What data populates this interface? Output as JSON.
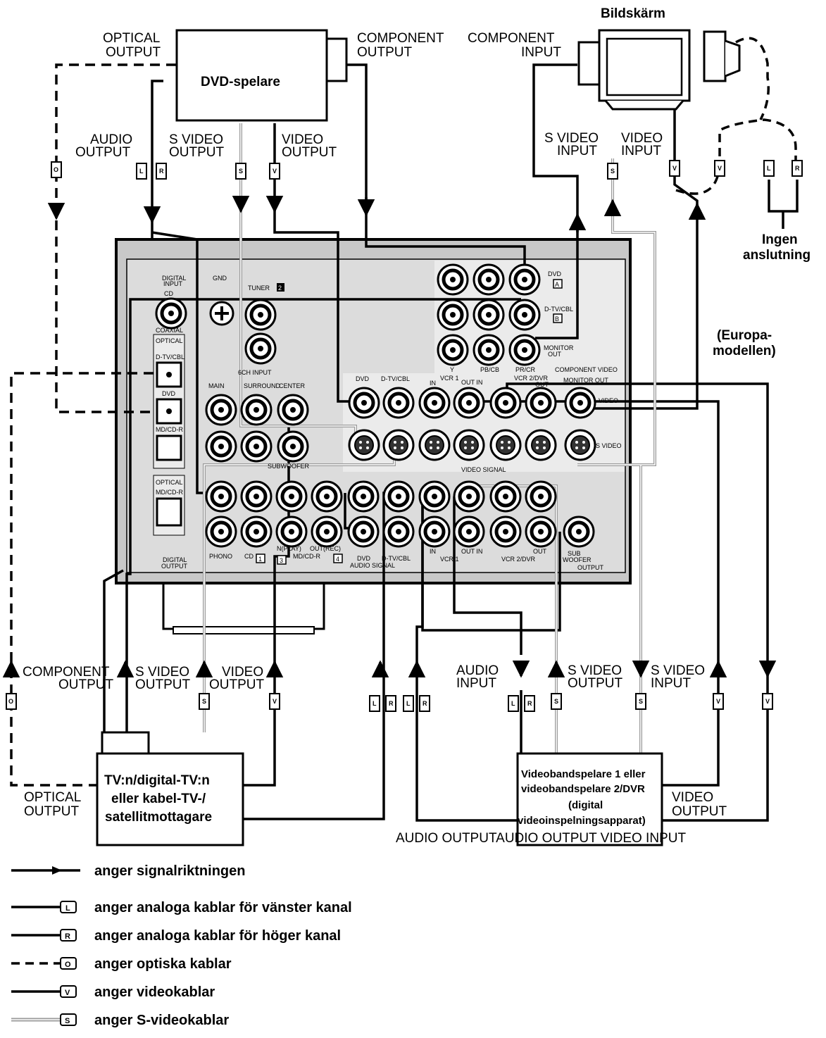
{
  "devices": {
    "dvd": "DVD-spelare",
    "monitor": "Bildskärm",
    "tv_lines": [
      "TV:n/digital-TV:n",
      "eller kabel-TV-/",
      "satellitmottagare"
    ],
    "vcr_lines": [
      "Videobandspelare 1 eller",
      "videobandspelare 2/DVR",
      "(digital",
      "videoinspelningsapparat)"
    ],
    "no_connection": [
      "Ingen",
      "anslutning"
    ],
    "europe": [
      "(Europa-",
      "modellen)"
    ]
  },
  "dvd_labels": {
    "optical_output": [
      "OPTICAL",
      "OUTPUT"
    ],
    "component_output": [
      "COMPONENT",
      "OUTPUT"
    ],
    "audio_output": [
      "AUDIO",
      "OUTPUT"
    ],
    "svideo_output": [
      "S VIDEO",
      "OUTPUT"
    ],
    "video_output": [
      "VIDEO",
      "OUTPUT"
    ]
  },
  "monitor_labels": {
    "component_input": [
      "COMPONENT",
      "INPUT"
    ],
    "svideo_input": [
      "S VIDEO",
      "INPUT"
    ],
    "video_input": [
      "VIDEO",
      "INPUT"
    ]
  },
  "tv_labels": {
    "component_output": [
      "COMPONENT",
      "OUTPUT"
    ],
    "svideo_output": [
      "S VIDEO",
      "OUTPUT"
    ],
    "video_output": [
      "VIDEO",
      "OUTPUT"
    ],
    "optical_output": [
      "OPTICAL",
      "OUTPUT"
    ]
  },
  "vcr_labels": {
    "audio_input": [
      "AUDIO",
      "INPUT"
    ],
    "svideo_output": [
      "S VIDEO",
      "OUTPUT"
    ],
    "svideo_input": [
      "S VIDEO",
      "INPUT"
    ],
    "video_output": [
      "VIDEO",
      "OUTPUT"
    ],
    "bottom_line": "AUDIO OUTPUTAUDIO OUTPUT VIDEO INPUT"
  },
  "panel_labels": {
    "digital_input": [
      "DIGITAL",
      "INPUT"
    ],
    "gnd": "GND",
    "tuner": "TUNER",
    "tuner_num": "2",
    "cd": "CD",
    "coaxial": "COAXIAL",
    "optical": "OPTICAL",
    "dtvcbl": "D-TV/CBL",
    "dvd": "DVD",
    "mdcdr": "MD/CD-R",
    "sch_input": "6CH INPUT",
    "main": "MAIN",
    "surround": "SURROUND",
    "center": "CENTER",
    "subwoofer_small": "SUBWOOFER",
    "dvd_comp": "DVD",
    "dvd_comp_badge": "A",
    "dtv_comp": "D-TV/CBL",
    "dtv_comp_badge": "B",
    "monitor_out": [
      "MONITOR",
      "OUT"
    ],
    "y": "Y",
    "pbcb": "PB/CB",
    "prcr": "PR/CR",
    "component_video": "COMPONENT VIDEO",
    "video_row": [
      "DVD",
      "D-TV/CBL",
      "IN",
      "VCR 1",
      "OUT IN",
      "VCR 2/DVR",
      "OUT",
      "MONITOR OUT"
    ],
    "video": "VIDEO",
    "s_video": "S VIDEO",
    "video_signal": "VIDEO SIGNAL",
    "digital_output": [
      "DIGITAL",
      "OUTPUT"
    ],
    "phono": "PHONO",
    "cd_bottom": "CD",
    "cd_num": "1",
    "nplay": "N(PLAY)",
    "tape_num": "3",
    "outrec": "OUT(REC)",
    "mdcdr_bottom": "MD/CD-R",
    "md_num": "4",
    "dvd_bottom": "DVD",
    "audio_signal": "AUDIO SIGNAL",
    "dtvcbl_bottom": "D-TV/CBL",
    "in_bottom": "IN",
    "out_in_bottom": "OUT IN",
    "vcr1_bottom": "VCR 1",
    "out_bottom": "OUT",
    "vcr2_bottom": "VCR 2/DVR",
    "sub_woofer": [
      "SUB",
      "WOOFER",
      "OUTPUT"
    ]
  },
  "plug_letters": {
    "left": "L",
    "right": "R",
    "optical": "O",
    "video": "V",
    "svideo": "S"
  },
  "legend": [
    {
      "type": "arrow",
      "text": "anger signalriktningen"
    },
    {
      "type": "left",
      "text": "anger analoga kablar för vänster kanal"
    },
    {
      "type": "right",
      "text": "anger analoga kablar för höger kanal"
    },
    {
      "type": "optical",
      "text": "anger optiska kablar"
    },
    {
      "type": "video",
      "text": "anger videokablar"
    },
    {
      "type": "svideo",
      "text": "anger S-videokablar"
    }
  ],
  "colors": {
    "panel_gray": "#c8c8c8",
    "panel_light": "#ebebeb",
    "ink": "#000000",
    "svideo_cable": "#9a9a9a"
  }
}
